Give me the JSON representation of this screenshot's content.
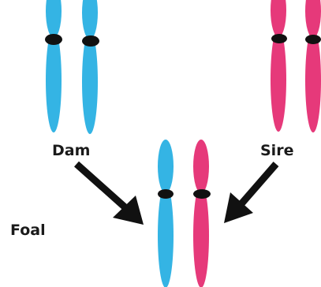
{
  "labels": {
    "dam": "Dam",
    "sire": "Sire",
    "foal": "Foal"
  },
  "colors": {
    "dam_chromosome": "#34b4e4",
    "sire_chromosome": "#e6397a",
    "centromere_band": "#111111",
    "arrow": "#111111",
    "text": "#1a1a1a"
  },
  "chromosome_origin": {
    "dam": [
      "dam",
      "dam"
    ],
    "sire": [
      "sire",
      "sire"
    ],
    "foal": [
      "dam",
      "sire"
    ]
  }
}
